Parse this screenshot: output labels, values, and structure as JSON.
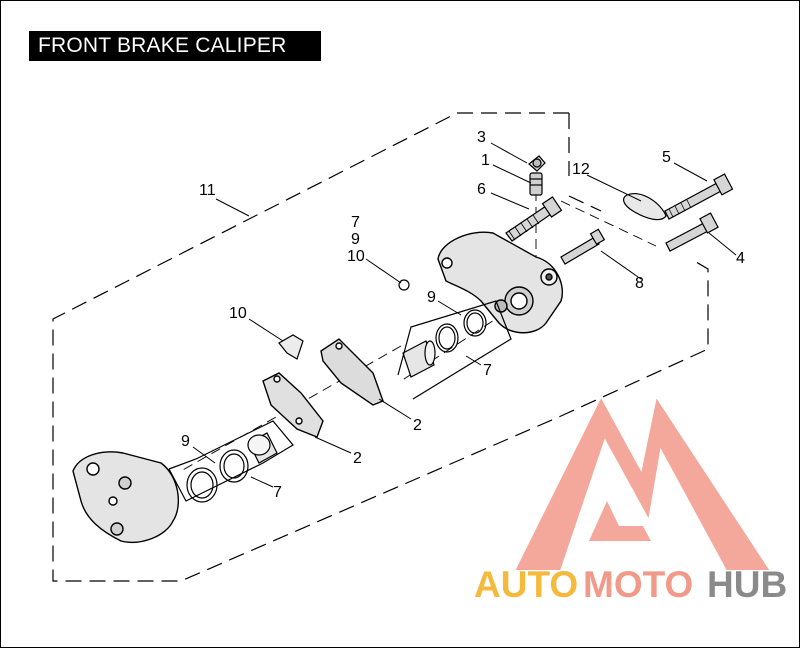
{
  "title": "FRONT BRAKE CALIPER",
  "callouts": {
    "c11": "11",
    "c3": "3",
    "c1": "1",
    "c6": "6",
    "c12": "12",
    "c5": "5",
    "c7a": "7",
    "c9a": "9",
    "c10a": "10",
    "c4": "4",
    "c8": "8",
    "c9b": "9",
    "c7b": "7",
    "c10b": "10",
    "c2a": "2",
    "c2b": "2",
    "c9c": "9",
    "c7c": "7"
  },
  "watermark": {
    "word1": "AUTO",
    "word2": "MOTO",
    "word3": "HUB",
    "colors": {
      "auto": "#f5b93c",
      "moto": "#f29a8a",
      "hub": "#8a8a8a",
      "logo": "#f08070"
    }
  }
}
